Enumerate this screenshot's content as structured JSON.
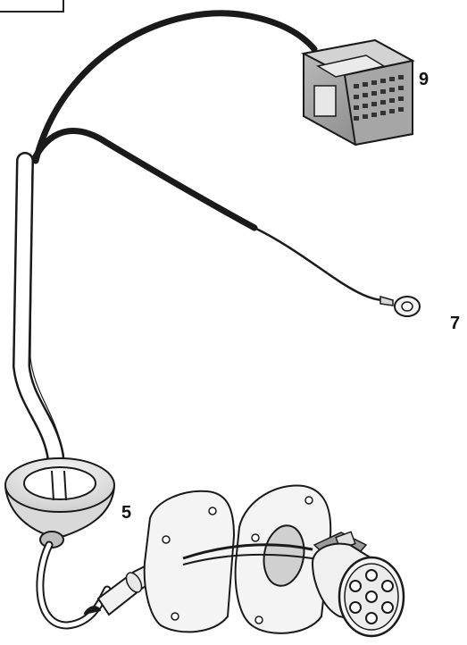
{
  "callouts": {
    "connector_label": "9",
    "ring_terminal_label": "7",
    "grommet_label": "5"
  },
  "colors": {
    "line": "#1a1a1a",
    "fill_light": "#f4f4f4",
    "fill_mid": "#d9d9d9",
    "fill_dark": "#9a9a9a",
    "background": "#ffffff"
  },
  "icons": {
    "connector": "multi-pin-connector-icon",
    "ring_terminal": "ring-terminal-icon",
    "grommet": "rubber-grommet-icon",
    "socket": "seven-pin-socket-icon"
  }
}
